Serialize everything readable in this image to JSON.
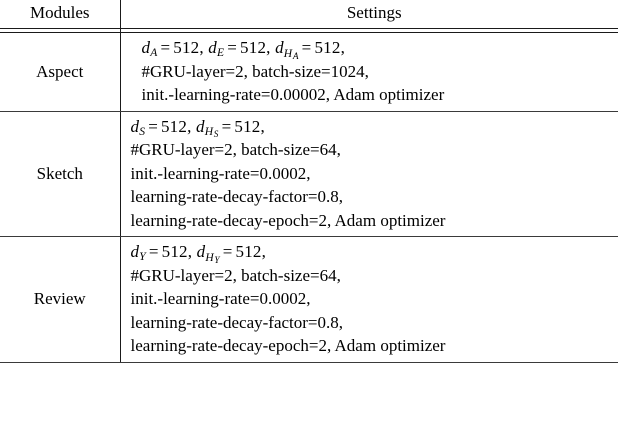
{
  "table": {
    "headers": {
      "modules": "Modules",
      "settings": "Settings"
    },
    "rows": [
      {
        "module": "Aspect",
        "indent": true,
        "lines": [
          {
            "type": "math",
            "text": "d_A = 512, d_E = 512, d_{H_A} = 512,",
            "parts": [
              {
                "var": "d",
                "sub": "A",
                "subsub": "",
                "eq": "=",
                "value": "512",
                "trail": ", "
              },
              {
                "var": "d",
                "sub": "E",
                "subsub": "",
                "eq": "=",
                "value": "512",
                "trail": ", "
              },
              {
                "var": "d",
                "sub": "H",
                "subsub": "A",
                "eq": "=",
                "value": "512",
                "trail": ","
              }
            ]
          },
          {
            "type": "text",
            "text": "#GRU-layer=2, batch-size=1024,"
          },
          {
            "type": "text",
            "text": "init.-learning-rate=0.00002, Adam optimizer"
          }
        ]
      },
      {
        "module": "Sketch",
        "indent": false,
        "lines": [
          {
            "type": "math",
            "text": "d_S = 512, d_{H_S} = 512,",
            "parts": [
              {
                "var": "d",
                "sub": "S",
                "subsub": "",
                "eq": "=",
                "value": "512",
                "trail": ", "
              },
              {
                "var": "d",
                "sub": "H",
                "subsub": "S",
                "eq": "=",
                "value": "512",
                "trail": ","
              }
            ]
          },
          {
            "type": "text",
            "text": "#GRU-layer=2, batch-size=64,"
          },
          {
            "type": "text",
            "text": "init.-learning-rate=0.0002,"
          },
          {
            "type": "text",
            "text": "learning-rate-decay-factor=0.8,"
          },
          {
            "type": "text",
            "text": "learning-rate-decay-epoch=2, Adam optimizer"
          }
        ]
      },
      {
        "module": "Review",
        "indent": false,
        "lines": [
          {
            "type": "math",
            "text": "d_Y = 512, d_{H_Y} = 512,",
            "parts": [
              {
                "var": "d",
                "sub": "Y",
                "subsub": "",
                "eq": "=",
                "value": "512",
                "trail": ", "
              },
              {
                "var": "d",
                "sub": "H",
                "subsub": "Y",
                "eq": "=",
                "value": "512",
                "trail": ","
              }
            ]
          },
          {
            "type": "text",
            "text": "#GRU-layer=2, batch-size=64,"
          },
          {
            "type": "text",
            "text": "init.-learning-rate=0.0002,"
          },
          {
            "type": "text",
            "text": "learning-rate-decay-factor=0.8,"
          },
          {
            "type": "text",
            "text": "learning-rate-decay-epoch=2, Adam optimizer"
          }
        ]
      }
    ]
  },
  "colors": {
    "rule": "#1a1a1a",
    "text": "#000000",
    "background": "#ffffff"
  }
}
